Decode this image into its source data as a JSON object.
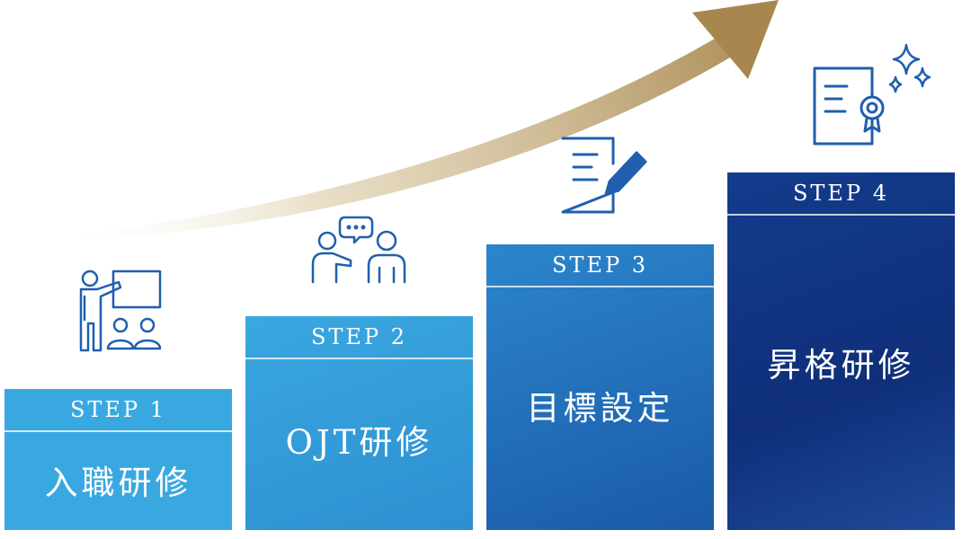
{
  "steps": [
    {
      "label": "STEP 1",
      "title": "入職研修",
      "icon": "lecture-icon"
    },
    {
      "label": "STEP 2",
      "title": "OJT研修",
      "icon": "discussion-icon"
    },
    {
      "label": "STEP 3",
      "title": "目標設定",
      "icon": "document-edit-icon"
    },
    {
      "label": "STEP 4",
      "title": "昇格研修",
      "icon": "certificate-icon"
    }
  ],
  "colors": {
    "step1": "#3aa8e0",
    "step2": "#2d8fd0",
    "step3": "#1f6bb8",
    "step4": "#0f2f7a",
    "icon_stroke": "#1f5fae",
    "arrow": "#b89b62"
  }
}
